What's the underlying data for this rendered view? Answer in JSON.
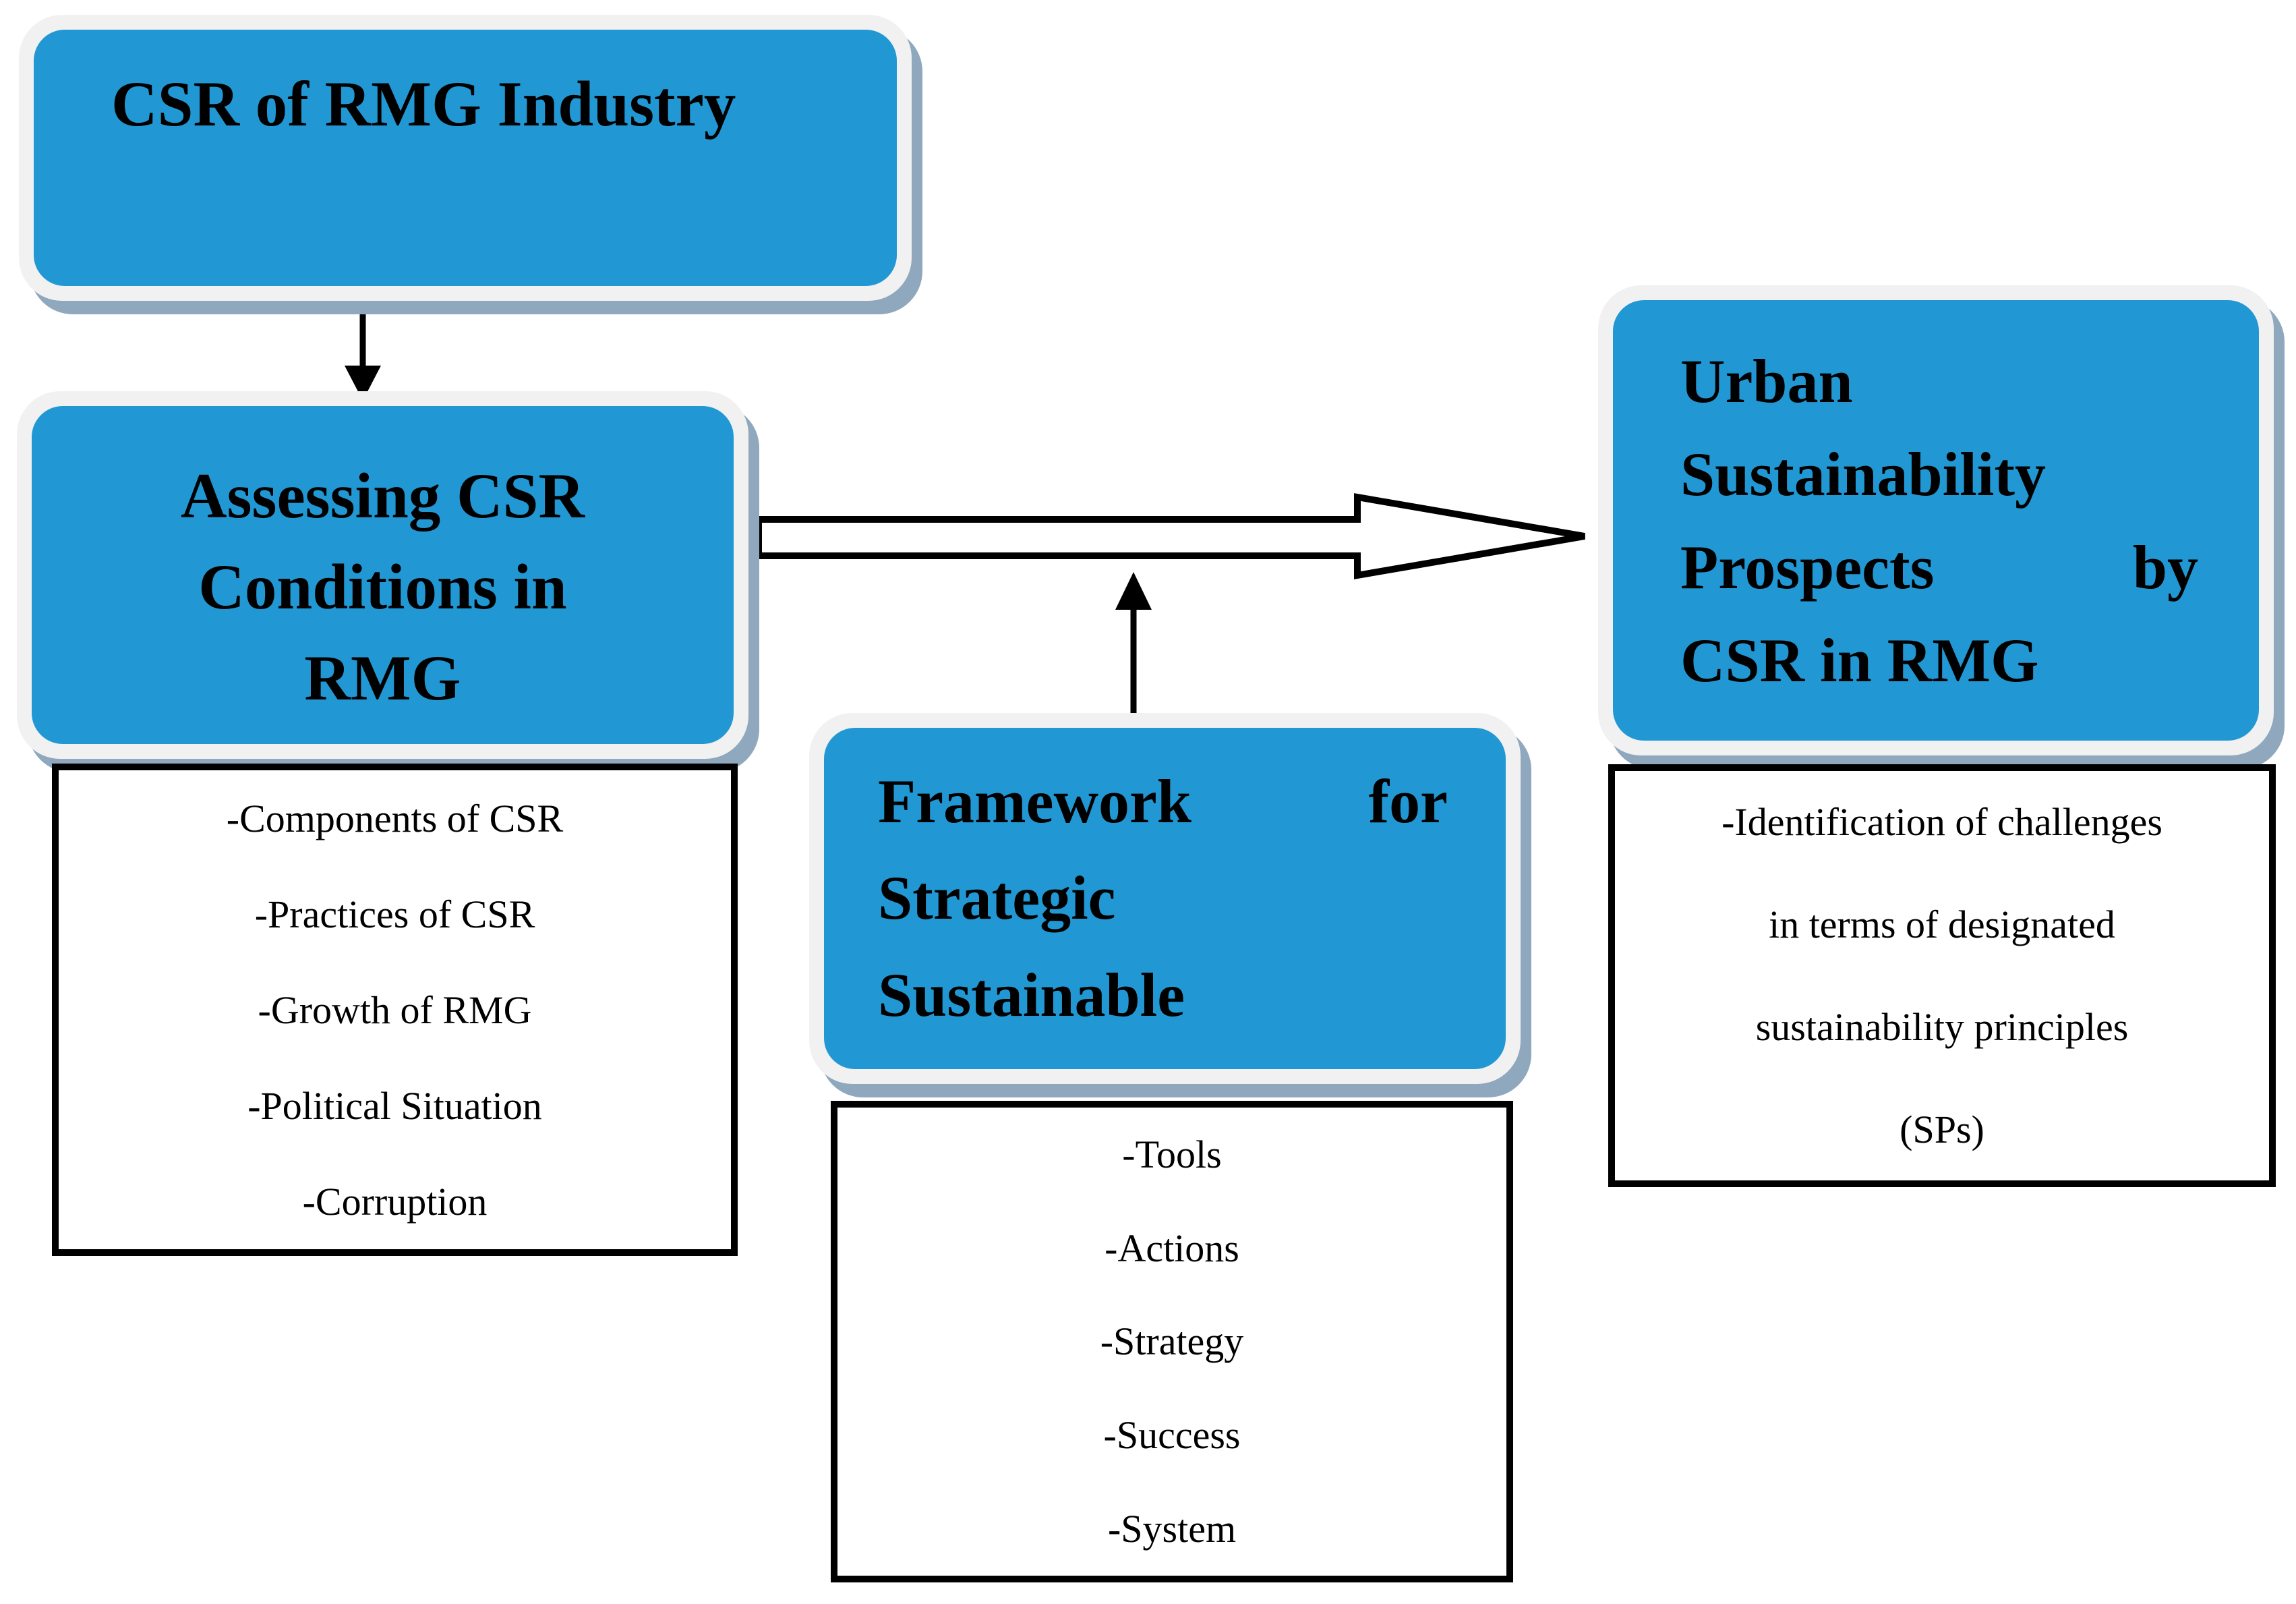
{
  "figure": {
    "background": "#FFFFFF",
    "node_fill_color": "#2198D4",
    "node_rim_color": "#F1F1F2",
    "node_shadow_color": "#8FA8BE",
    "line_color": "#000000",
    "text_color": "#000000"
  },
  "nodes": {
    "csr_industry": {
      "title": "CSR of RMG Industry"
    },
    "assessing": {
      "line1": "Assessing CSR",
      "line2": "Conditions in",
      "line3": "RMG"
    },
    "framework": {
      "line1_left": "Framework",
      "line1_right": "for",
      "line2": "Strategic",
      "line3": "Sustainable"
    },
    "urban": {
      "line1": "Urban",
      "line2": "Sustainability",
      "line3_left": "Prospects",
      "line3_right": "by",
      "line4": "CSR in RMG"
    }
  },
  "lists": {
    "assessing_details": [
      "-Components of CSR",
      "-Practices of CSR",
      "-Growth of RMG",
      "-Political Situation",
      "-Corruption"
    ],
    "framework_details": [
      "-Tools",
      "-Actions",
      "-Strategy",
      "-Success",
      "-System"
    ],
    "urban_details": [
      "-Identification of challenges",
      "in terms of designated",
      "sustainability principles",
      "(SPs)"
    ]
  },
  "connectors": {
    "down_arrow": "down-arrow",
    "right_block_arrow": "right-block-arrow",
    "up_arrow": "up-arrow"
  }
}
